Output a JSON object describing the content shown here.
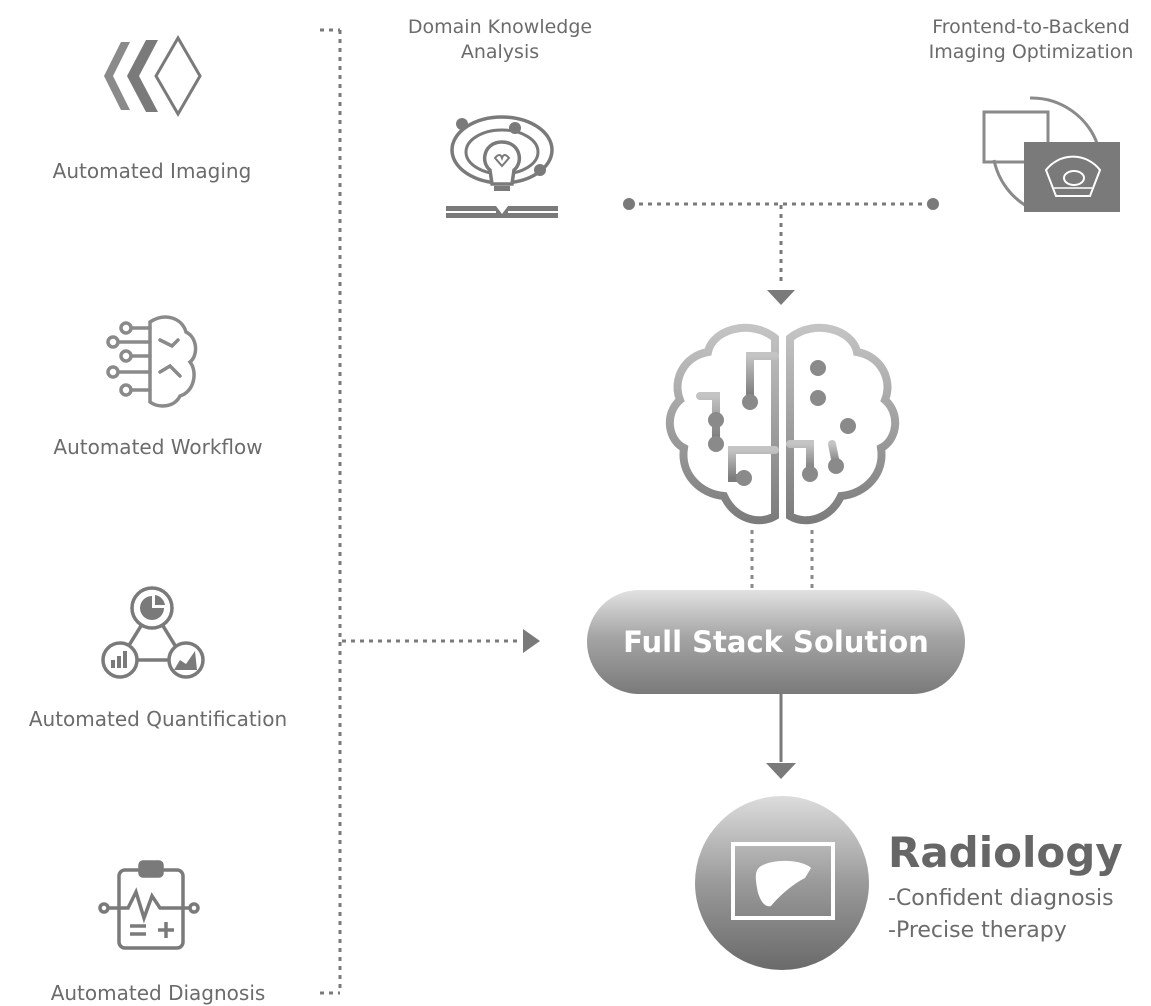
{
  "left_items": [
    {
      "label": "Automated Imaging",
      "icon": "chevron-diamond-icon"
    },
    {
      "label": "Automated Workflow",
      "icon": "circuit-brain-icon"
    },
    {
      "label": "Automated Quantification",
      "icon": "analytics-triangle-icon"
    },
    {
      "label": "Automated Diagnosis",
      "icon": "clipboard-ecg-icon"
    }
  ],
  "top": {
    "domain": {
      "line1": "Domain Knowledge",
      "line2": "Analysis",
      "icon": "lightbulb-book-icon"
    },
    "frontend": {
      "line1": "Frontend-to-Backend",
      "line2": "Imaging Optimization",
      "icon": "ultrasound-screen-icon"
    }
  },
  "center": {
    "label": "Full Stack Solution",
    "icon": "ai-brain-icon"
  },
  "outcome": {
    "title": "Radiology",
    "line1": "-Confident diagnosis",
    "line2": "-Precise therapy",
    "icon": "liver-monitor-icon"
  },
  "colors": {
    "primary": "#7a7a7a",
    "light": "#d9d9d9",
    "text": "#6b6b6b"
  }
}
